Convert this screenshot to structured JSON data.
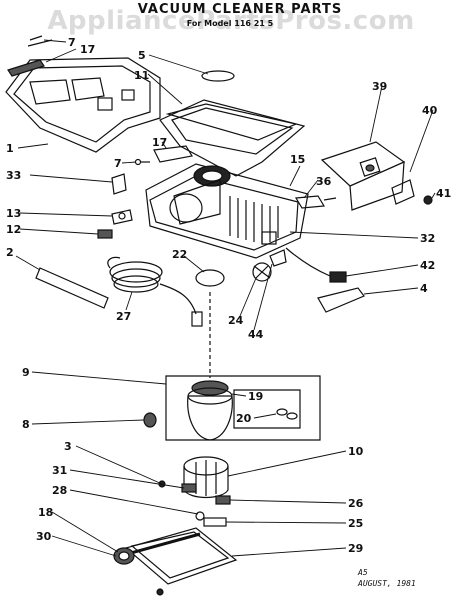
{
  "header": {
    "title": "VACUUM CLEANER PARTS",
    "model_line": "For Model 116 21 5"
  },
  "watermark": "AppliancePartsPros.com",
  "footer": {
    "code": "A5",
    "date": "AUGUST, 1981"
  },
  "callouts": [
    "7",
    "17",
    "5",
    "11",
    "39",
    "40",
    "1",
    "17",
    "15",
    "7",
    "33",
    "36",
    "41",
    "13",
    "32",
    "12",
    "22",
    "2",
    "42",
    "4",
    "27",
    "24",
    "44",
    "9",
    "19",
    "8",
    "20",
    "3",
    "10",
    "31",
    "26",
    "28",
    "25",
    "18",
    "29",
    "30"
  ]
}
